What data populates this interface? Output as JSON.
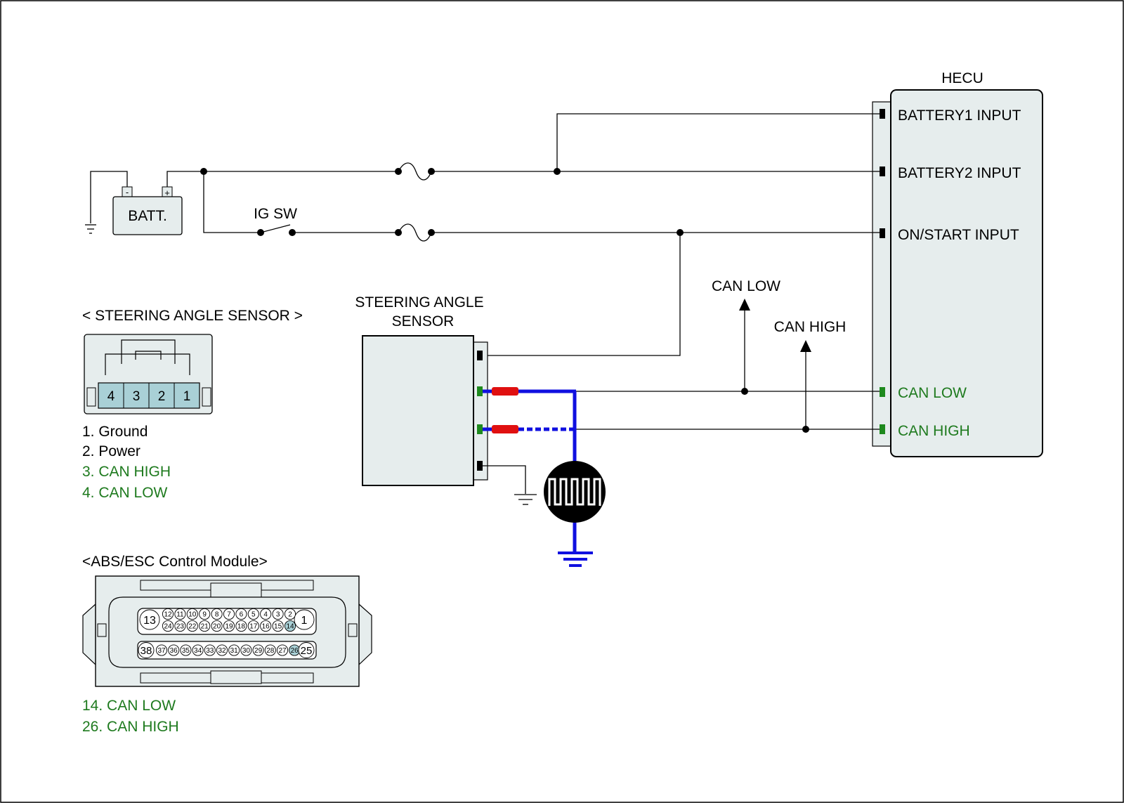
{
  "colors": {
    "wire": "#000000",
    "panel_fill": "#e6eded",
    "pin_highlight": "#a9d0d6",
    "can_text": "#1e7a1e",
    "can_bus": "#1010e0",
    "connector_red": "#e01010",
    "pin_green": "#1e8a1e"
  },
  "hecu": {
    "title": "HECU",
    "pins": [
      {
        "label": "BATTERY1 INPUT",
        "can": false
      },
      {
        "label": "BATTERY2 INPUT",
        "can": false
      },
      {
        "label": "ON/START INPUT",
        "can": false
      },
      {
        "label": "CAN LOW",
        "can": true
      },
      {
        "label": "CAN HIGH",
        "can": true
      }
    ]
  },
  "battery": {
    "label": "BATT.",
    "minus": "-",
    "plus": "+"
  },
  "ig_switch": {
    "label": "IG SW"
  },
  "sensor_box": {
    "title_line1": "STEERING ANGLE",
    "title_line2": "SENSOR"
  },
  "can_arrows": {
    "low": "CAN LOW",
    "high": "CAN HIGH"
  },
  "sas_connector": {
    "title": "< STEERING ANGLE SENSOR >",
    "pin_numbers": [
      "4",
      "3",
      "2",
      "1"
    ],
    "legend": [
      {
        "text": "1. Ground",
        "can": false
      },
      {
        "text": "2. Power",
        "can": false
      },
      {
        "text": "3. CAN HIGH",
        "can": true
      },
      {
        "text": "4. CAN LOW",
        "can": true
      }
    ]
  },
  "abs_connector": {
    "title": "<ABS/ESC Control Module>",
    "top_row1": [
      "12",
      "11",
      "10",
      "9",
      "8",
      "7",
      "6",
      "5",
      "4",
      "3",
      "2"
    ],
    "top_row2": [
      "24",
      "23",
      "22",
      "21",
      "20",
      "19",
      "18",
      "17",
      "16",
      "15",
      "14"
    ],
    "bottom_row": [
      "37",
      "36",
      "35",
      "34",
      "33",
      "32",
      "31",
      "30",
      "29",
      "28",
      "27",
      "26"
    ],
    "big_pins": {
      "top_left": "13",
      "top_right": "1",
      "bottom_left": "38",
      "bottom_right": "25"
    },
    "highlighted": [
      "14",
      "26"
    ],
    "legend": [
      {
        "text": "14. CAN LOW",
        "can": true
      },
      {
        "text": "26. CAN HIGH",
        "can": true
      }
    ]
  }
}
